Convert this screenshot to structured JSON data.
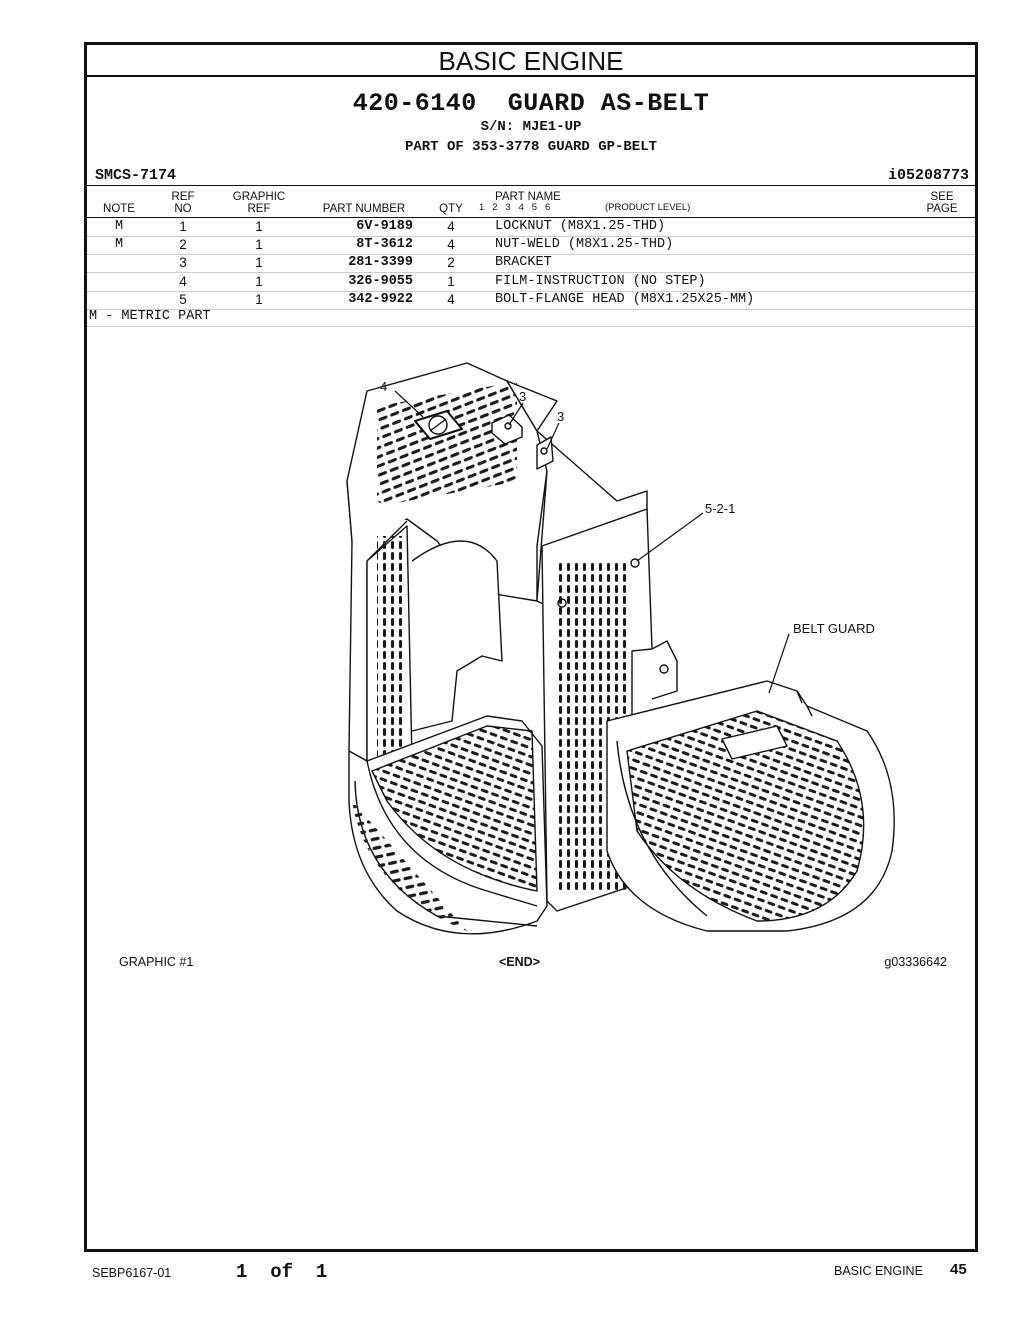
{
  "banner": "BASIC ENGINE",
  "header": {
    "title": "420-6140  GUARD AS-BELT",
    "serial": "S/N: MJE1-UP",
    "part_of": "PART OF 353-3778 GUARD GP-BELT",
    "smcs": "SMCS-7174",
    "illustration_ref": "i05208773"
  },
  "columns": {
    "note": "NOTE",
    "ref_no_1": "REF",
    "ref_no_2": "NO",
    "graphic_ref_1": "GRAPHIC",
    "graphic_ref_2": "REF",
    "part_number": "PART NUMBER",
    "qty": "QTY",
    "part_name": "PART NAME",
    "product_level_digits": "1   2   3   4   5   6",
    "product_level": "(PRODUCT LEVEL)",
    "see_page_1": "SEE",
    "see_page_2": "PAGE"
  },
  "parts": [
    {
      "note": "M",
      "ref": "1",
      "graphic": "1",
      "part_number": "6V-9189",
      "qty": "4",
      "name": "LOCKNUT (M8X1.25-THD)"
    },
    {
      "note": "M",
      "ref": "2",
      "graphic": "1",
      "part_number": "8T-3612",
      "qty": "4",
      "name": "NUT-WELD (M8X1.25-THD)"
    },
    {
      "note": "",
      "ref": "3",
      "graphic": "1",
      "part_number": "281-3399",
      "qty": "2",
      "name": "BRACKET"
    },
    {
      "note": "",
      "ref": "4",
      "graphic": "1",
      "part_number": "326-9055",
      "qty": "1",
      "name": "FILM-INSTRUCTION (NO STEP)"
    },
    {
      "note": "",
      "ref": "5",
      "graphic": "1",
      "part_number": "342-9922",
      "qty": "4",
      "name": "BOLT-FLANGE HEAD (M8X1.25X25-MM)"
    }
  ],
  "legend": "M - METRIC PART",
  "illustration": {
    "callout_4": "4",
    "callout_3a": "3",
    "callout_3b": "3",
    "callout_521": "5-2-1",
    "belt_guard_label": "BELT GUARD"
  },
  "captions": {
    "graphic": "GRAPHIC #1",
    "end": "<END>",
    "graphic_id": "g03336642"
  },
  "footer": {
    "doc_number": "SEBP6167-01",
    "page_of": "1  of  1",
    "section": "BASIC ENGINE",
    "page_number": "45"
  }
}
